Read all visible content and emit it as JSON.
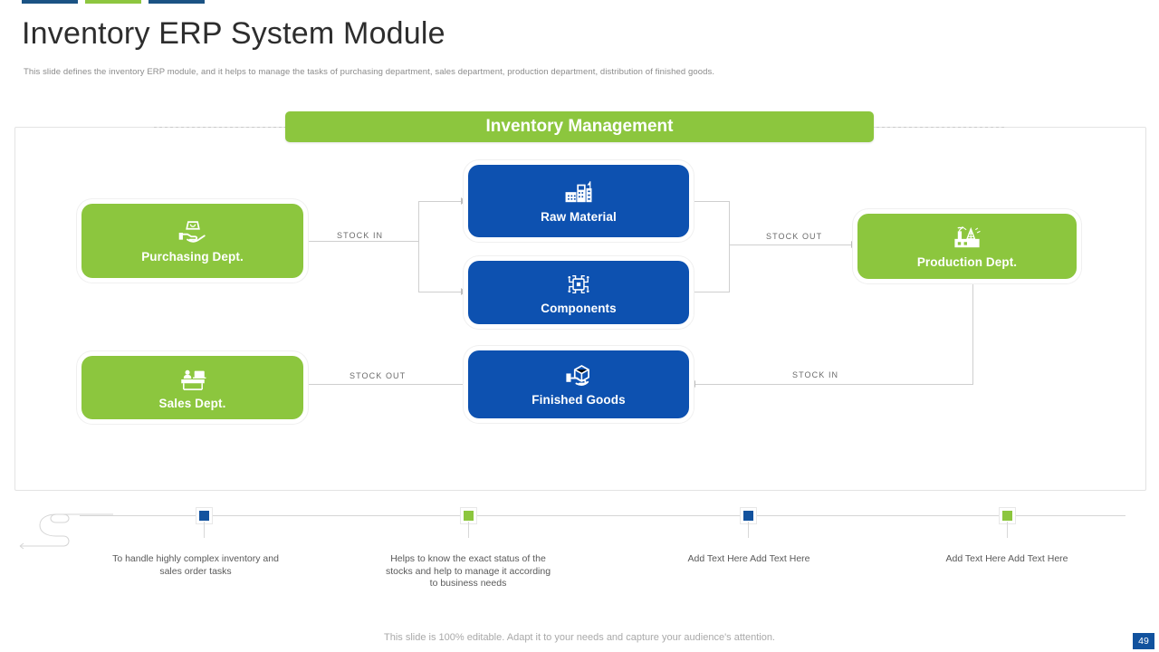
{
  "accent_bars": [
    {
      "name": "bar-1",
      "color": "#1b5384"
    },
    {
      "name": "bar-2",
      "color": "#8dc63f"
    },
    {
      "name": "bar-3",
      "color": "#1b5384"
    }
  ],
  "header": {
    "title": "Inventory ERP System Module",
    "subtitle": "This slide defines the inventory ERP module, and it helps to manage the tasks of purchasing department, sales department, production department, distribution of finished goods."
  },
  "diagram": {
    "banner_label": "Inventory Management",
    "banner_color": "#8cc63e",
    "nodes": [
      {
        "id": "purchasing",
        "label": "Purchasing Dept.",
        "icon": "hand-shopping-bag-icon",
        "color": "#8cc63e"
      },
      {
        "id": "sales",
        "label": "Sales Dept.",
        "icon": "sales-counter-desk-icon",
        "color": "#8cc63e"
      },
      {
        "id": "raw-material",
        "label": "Raw Material",
        "icon": "factory-buildings-icon",
        "color": "#0d51b0"
      },
      {
        "id": "components",
        "label": "Components",
        "icon": "cpu-chip-icon",
        "color": "#0d51b0"
      },
      {
        "id": "finished-goods",
        "label": "Finished Goods",
        "icon": "hand-holding-box-icon",
        "color": "#0d51b0"
      },
      {
        "id": "production",
        "label": "Production Dept.",
        "icon": "power-plant-factory-icon",
        "color": "#8cc63e"
      }
    ],
    "connector_labels": {
      "purchasing_to_inventory": "STOCK IN",
      "inventory_to_production": "STOCK OUT",
      "sales_to_finished": "STOCK OUT",
      "production_to_finished": "STOCK IN"
    }
  },
  "timeline": {
    "items": [
      {
        "marker_color": "#12529e",
        "text": "To handle highly complex inventory and sales order tasks"
      },
      {
        "marker_color": "#8cc63e",
        "text": "Helps to know the exact status of the stocks and help to manage it according to business needs"
      },
      {
        "marker_color": "#12529e",
        "text": "Add Text Here Add Text Here"
      },
      {
        "marker_color": "#8cc63e",
        "text": "Add Text Here Add Text Here"
      }
    ]
  },
  "footer": {
    "note": "This slide is 100% editable. Adapt it to your needs and capture your audience's attention.",
    "page_number": "49"
  }
}
